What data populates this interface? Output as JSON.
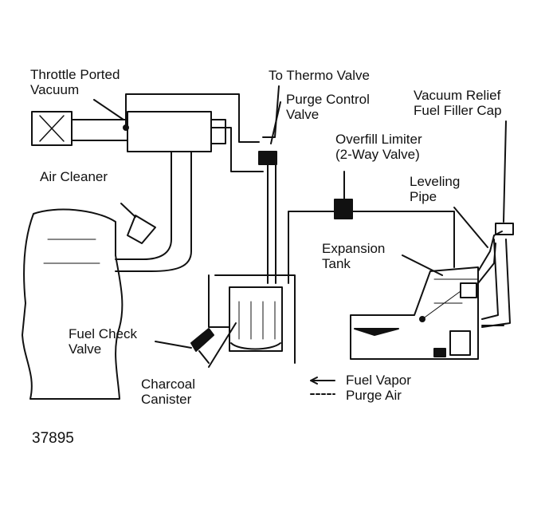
{
  "labels": {
    "throttle_ported_vacuum": [
      "Throttle Ported",
      "Vacuum"
    ],
    "to_thermo_valve": "To Thermo Valve",
    "purge_control_valve": [
      "Purge Control",
      "Valve"
    ],
    "vacuum_relief_cap": [
      "Vacuum Relief",
      "Fuel Filler Cap"
    ],
    "overfill_limiter": [
      "Overfill Limiter",
      "(2-Way Valve)"
    ],
    "leveling_pipe": [
      "Leveling",
      "Pipe"
    ],
    "air_cleaner": "Air Cleaner",
    "expansion_tank": [
      "Expansion",
      "Tank"
    ],
    "fuel_check_valve": [
      "Fuel Check",
      "Valve"
    ],
    "charcoal_canister": [
      "Charcoal",
      "Canister"
    ]
  },
  "legend": {
    "fuel_vapor": "Fuel Vapor",
    "purge_air": "Purge Air"
  },
  "figure_number": "37895",
  "colors": {
    "ink": "#111111",
    "background": "#ffffff"
  }
}
